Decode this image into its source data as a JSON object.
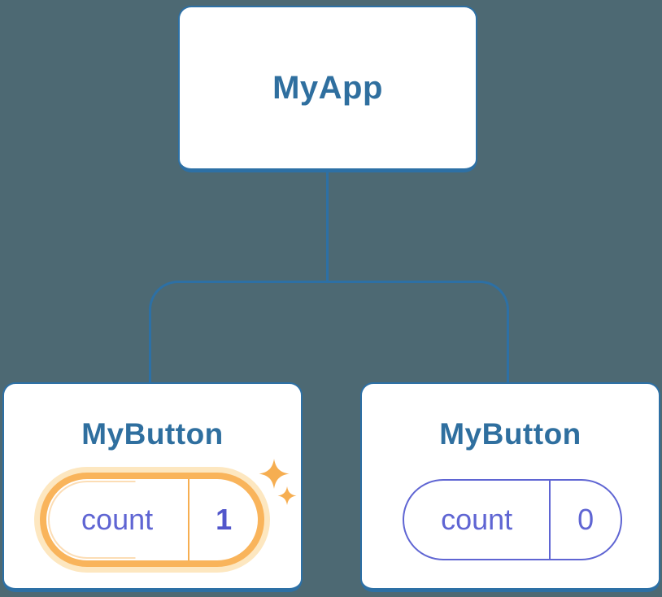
{
  "colors": {
    "background": "#4d6973",
    "line_blue": "#2d70a5",
    "title_blue": "#2f6f9f",
    "purple": "#5f65d3",
    "value_purple": "#5156cb",
    "orange": "#f6ae51",
    "orange_ring": "#f9b45b",
    "orange_halo": "#fde7c0"
  },
  "root_node": {
    "label": "MyApp"
  },
  "left_node": {
    "label": "MyButton",
    "state_key": "count",
    "state_value": "1",
    "highlighted": true
  },
  "right_node": {
    "label": "MyButton",
    "state_key": "count",
    "state_value": "0",
    "highlighted": false
  },
  "icons": {
    "sparkle_large": "sparkle-icon",
    "sparkle_small": "sparkle-icon"
  }
}
